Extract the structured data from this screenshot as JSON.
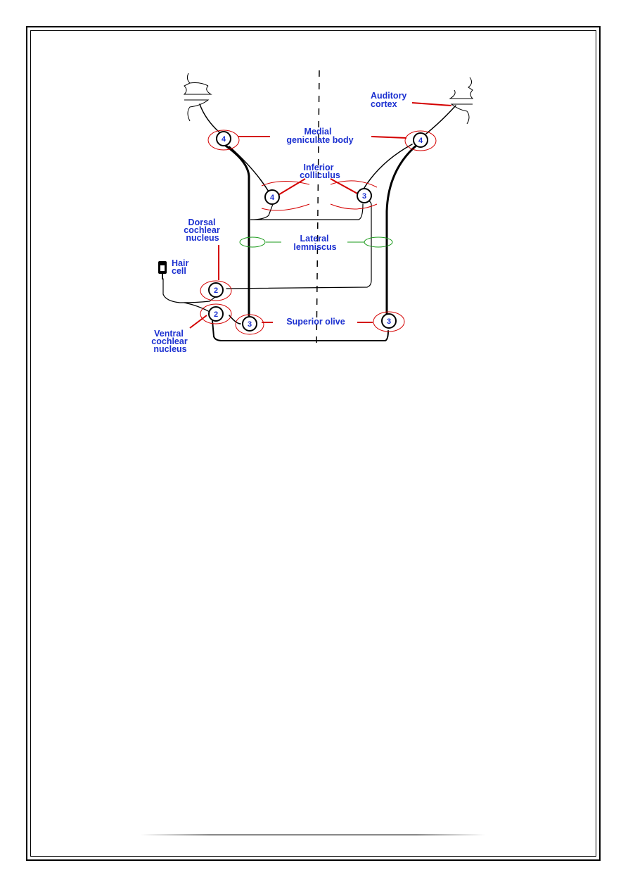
{
  "colors": {
    "label": "#1a2fd0",
    "pointer": "#d40000",
    "lemniscus": "#1a9a1a",
    "line": "#000000"
  },
  "labels": {
    "auditory_cortex": [
      "Auditory",
      "cortex"
    ],
    "medial_geniculate_body": [
      "Medial",
      "geniculate body"
    ],
    "inferior_colliculus": [
      "Inferior",
      "colliculus"
    ],
    "dorsal_cochlear_nucleus": [
      "Dorsal",
      "cochlear",
      "nucleus"
    ],
    "lateral_lemniscus": [
      "Lateral",
      "lemniscus"
    ],
    "hair_cell": [
      "Hair",
      "cell"
    ],
    "superior_olive": "Superior olive",
    "ventral_cochlear_nucleus": [
      "Ventral",
      "cochlear",
      "nucleus"
    ]
  },
  "nodes": {
    "mgb_left": "4",
    "mgb_right": "4",
    "ic_left": "4",
    "ic_right": "3",
    "dorsal_cochlear": "2",
    "ventral_cochlear": "2",
    "olive_left": "3",
    "olive_right": "3"
  }
}
